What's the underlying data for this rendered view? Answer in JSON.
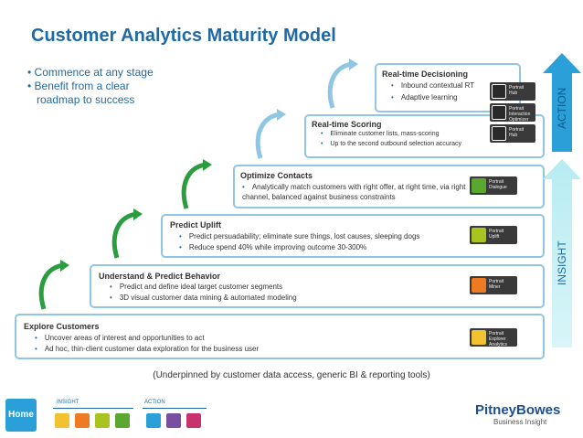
{
  "title": "Customer Analytics Maturity Model",
  "intro": [
    "Commence at any stage",
    "Benefit from a clear roadmap to success"
  ],
  "steps": [
    {
      "heading": "Explore Customers",
      "bullets": [
        "Uncover areas of interest and opportunities to act",
        "Ad hoc, thin-client customer data exploration for the business user"
      ]
    },
    {
      "heading": "Understand & Predict Behavior",
      "bullets": [
        "Predict and define ideal target customer segments",
        "3D visual customer data mining & automated modeling"
      ]
    },
    {
      "heading": "Predict Uplift",
      "bullets": [
        "Predict persuadability; eliminate sure things, lost causes, sleeping dogs",
        "Reduce spend 40% while improving outcome 30-300%"
      ]
    },
    {
      "heading": "Optimize Contacts",
      "bullets": [
        "Analytically match customers with right offer, at right time, via right channel, balanced against business constraints"
      ]
    },
    {
      "heading": "Real-time Scoring",
      "bullets": [
        "Eliminate customer lists, mass-scoring",
        "Up to the second outbound selection accuracy"
      ]
    },
    {
      "heading": "Real-time Decisioning",
      "bullets": [
        "Inbound contextual RT",
        "Adaptive learning"
      ]
    }
  ],
  "badges": [
    {
      "icon": "explorer-analytics-icon",
      "color": "#f2c230",
      "text": "Portrait\nExplorer\nAnalytics"
    },
    {
      "icon": "miner-icon",
      "color": "#ee7a22",
      "text": "Portrait\nMiner"
    },
    {
      "icon": "uplift-icon",
      "color": "#a9c41f",
      "text": "Portrait\nUplift"
    },
    {
      "icon": "dialogue-icon",
      "color": "#5aa830",
      "text": "Portrait\nDialogue"
    },
    {
      "icon": "hub-icon-1",
      "color": "#2a2a2a",
      "text": "Portrait\nHub"
    },
    {
      "icon": "interaction-optimizer-icon",
      "color": "#2a2a2a",
      "text": "Portrait\nInteraction\nOptimizer"
    },
    {
      "icon": "hub-icon-2",
      "color": "#2a2a2a",
      "text": "Portrait\nHub"
    }
  ],
  "side_labels": {
    "action": "ACTION",
    "insight": "INSIGHT"
  },
  "underpinned": "(Underpinned by customer data access, generic BI & reporting tools)",
  "footer": {
    "home": "Home",
    "insight_label": "INSIGHT",
    "action_label": "ACTION",
    "insight_icon_colors": [
      "#f2c230",
      "#ee7a22",
      "#a9c41f",
      "#5aa830"
    ],
    "action_icon_colors": [
      "#2b9fd8",
      "#7a4ea0",
      "#c8326e"
    ],
    "company": "PitneyBowes",
    "division": "Business Insight"
  },
  "colors": {
    "accent": "#1f6aa5",
    "step_border": "#8ec6e3",
    "action_arrow": "#2b9fd8",
    "insight_arrow": "#9fe0ea"
  }
}
